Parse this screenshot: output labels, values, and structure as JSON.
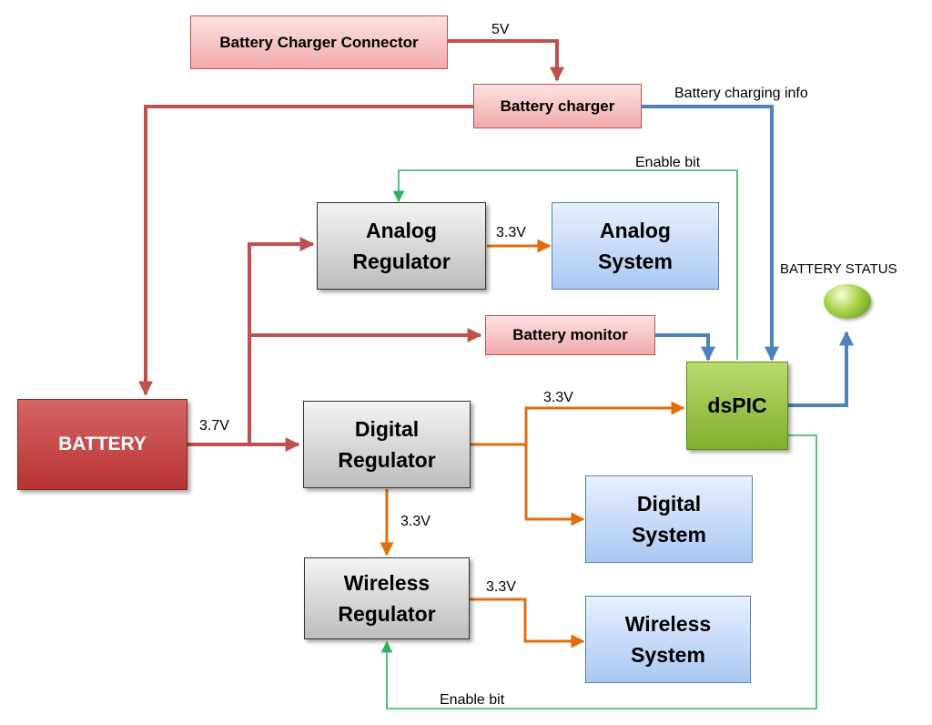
{
  "blocks": {
    "charger_connector": "Battery Charger Connector",
    "battery_charger": "Battery charger",
    "analog_regulator": "Analog\nRegulator",
    "analog_system": "Analog\nSystem",
    "battery_monitor": "Battery monitor",
    "battery": "BATTERY",
    "digital_regulator": "Digital\nRegulator",
    "dspic": "dsPIC",
    "digital_system": "Digital\nSystem",
    "wireless_regulator": "Wireless\nRegulator",
    "wireless_system": "Wireless\nSystem"
  },
  "labels": {
    "v5": "5V",
    "charging_info": "Battery charging info",
    "enable_bit_top": "Enable bit",
    "enable_bit_bottom": "Enable bit",
    "battery_status": "BATTERY STATUS",
    "v37": "3.7V",
    "v33_analog": "3.3V",
    "v33_dspic": "3.3V",
    "v33_wireless_reg": "3.3V",
    "v33_wireless_sys": "3.3V"
  },
  "colors": {
    "power_wire": "#c0504d",
    "data_wire": "#4f81bd",
    "regulated_wire": "#e46c0a",
    "enable_wire": "#2fb35a"
  }
}
